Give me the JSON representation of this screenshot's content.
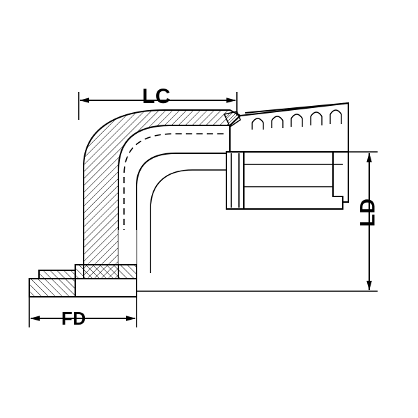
{
  "diagram": {
    "title": "90 degree flange hose fitting technical drawing",
    "background_color": "#ffffff",
    "line_color": "#000000",
    "fill_color": "#ffffff",
    "hatch_color": "#000000",
    "dimension_labels": [
      {
        "id": "lc",
        "text": "LC",
        "orientation": "horizontal",
        "position": "top"
      },
      {
        "id": "fd",
        "text": "FD",
        "orientation": "horizontal",
        "position": "bottom-left"
      },
      {
        "id": "ld",
        "text": "LD",
        "orientation": "vertical",
        "position": "right"
      }
    ]
  }
}
